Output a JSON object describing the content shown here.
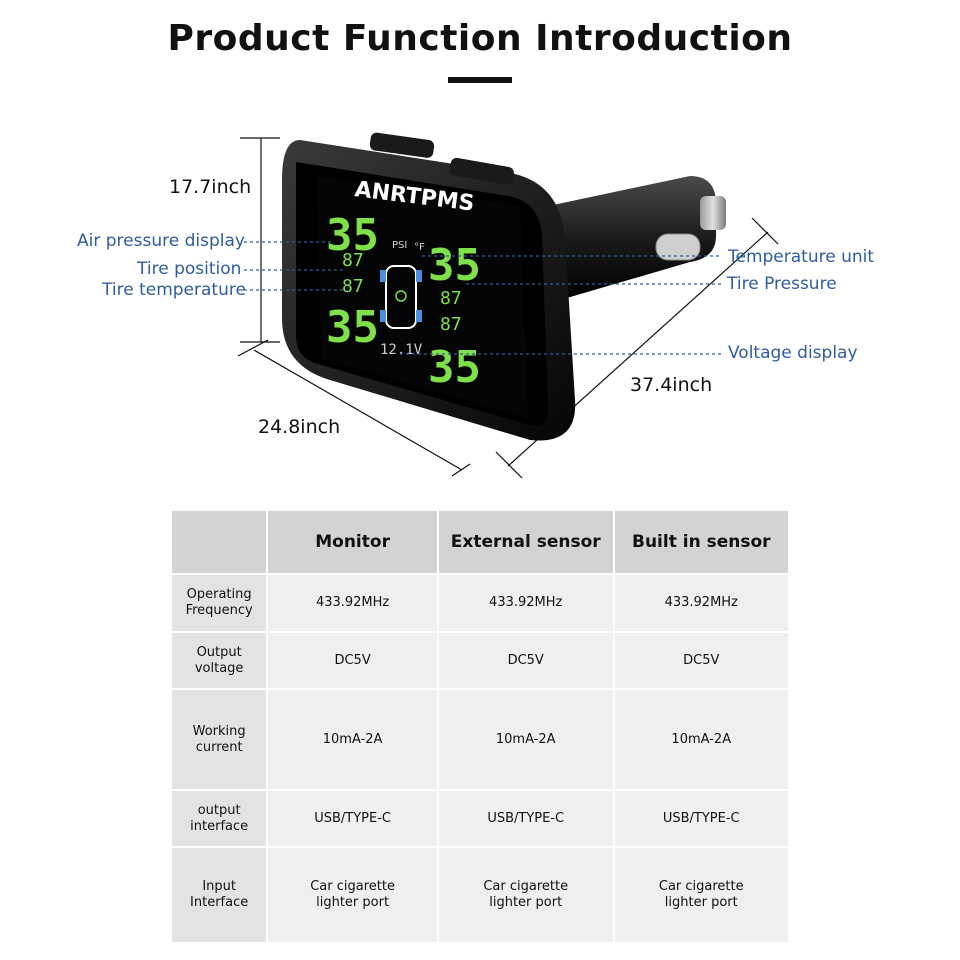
{
  "title": "Product Function Introduction",
  "device": {
    "brand": "ANRTPMS",
    "unit_psi": "PSI",
    "unit_temp": "°F",
    "pressure_values": [
      "35",
      "35",
      "35",
      "35"
    ],
    "temp_values": [
      "87",
      "87",
      "87",
      "87"
    ],
    "voltage_reading": "12.1V",
    "screen_color": "#7fe04a"
  },
  "dimensions": {
    "height": "17.7inch",
    "depth": "24.8inch",
    "length": "37.4inch"
  },
  "callouts": {
    "air_pressure_display": "Air pressure display",
    "tire_position": "Tire position",
    "tire_temperature": "Tire temperature",
    "temperature_unit": "Temperature unit",
    "tire_pressure": "Tire Pressure",
    "voltage_display": "Voltage display"
  },
  "colors": {
    "callout_blue": "#2f5c9e",
    "header_gray": "#d3d3d3",
    "cell_gray": "#efefef"
  },
  "table": {
    "headers": [
      "",
      "Monitor",
      "External sensor",
      "Built in sensor"
    ],
    "rows": [
      {
        "label": "Operating Frequency",
        "label_lines": [
          "Operating",
          "Frequency"
        ],
        "values": [
          "433.92MHz",
          "433.92MHz",
          "433.92MHz"
        ]
      },
      {
        "label": "Output voltage",
        "label_lines": [
          "Output",
          "voltage"
        ],
        "values": [
          "DC5V",
          "DC5V",
          "DC5V"
        ]
      },
      {
        "label": "Working current",
        "label_lines": [
          "Working",
          "current"
        ],
        "values": [
          "10mA-2A",
          "10mA-2A",
          "10mA-2A"
        ]
      },
      {
        "label": "output interface",
        "label_lines": [
          "output",
          "interface"
        ],
        "values": [
          "USB/TYPE-C",
          "USB/TYPE-C",
          "USB/TYPE-C"
        ]
      },
      {
        "label": "Input Interface",
        "label_lines": [
          "Input",
          "Interface"
        ],
        "values_lines": [
          [
            "Car cigarette",
            "lighter port"
          ],
          [
            "Car cigarette",
            "lighter port"
          ],
          [
            "Car cigarette",
            "lighter port"
          ]
        ]
      }
    ]
  }
}
